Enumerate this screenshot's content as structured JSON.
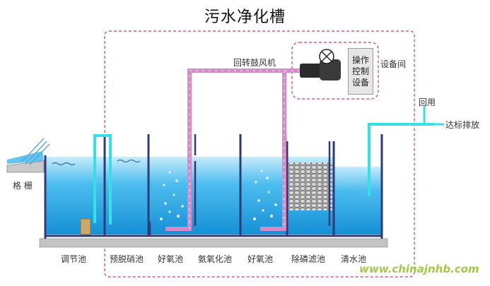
{
  "title": "污水净化槽",
  "equipment": {
    "blower_label": "回转鼓风机",
    "control_label": "操作控制设备",
    "room_label": "设备间"
  },
  "outlet": {
    "reuse_label": "回用",
    "discharge_label": "达标排放"
  },
  "grating_label": "格 栅",
  "tanks": [
    {
      "label": "调节池"
    },
    {
      "label": "预脱硝池"
    },
    {
      "label": "好氧池"
    },
    {
      "label": "氨氧化池"
    },
    {
      "label": "好氧池"
    },
    {
      "label": "除磷滤池"
    },
    {
      "label": "清水池"
    }
  ],
  "watermark": "www.chinajnhb.com",
  "colors": {
    "water": "#1ea3e0",
    "water_light": "#8fd6f5",
    "pipe": "#d28cc8",
    "cyan_pipe": "#36e0e8",
    "frame": "#2d3b7a",
    "dashed_border": "#cc3a6a"
  }
}
